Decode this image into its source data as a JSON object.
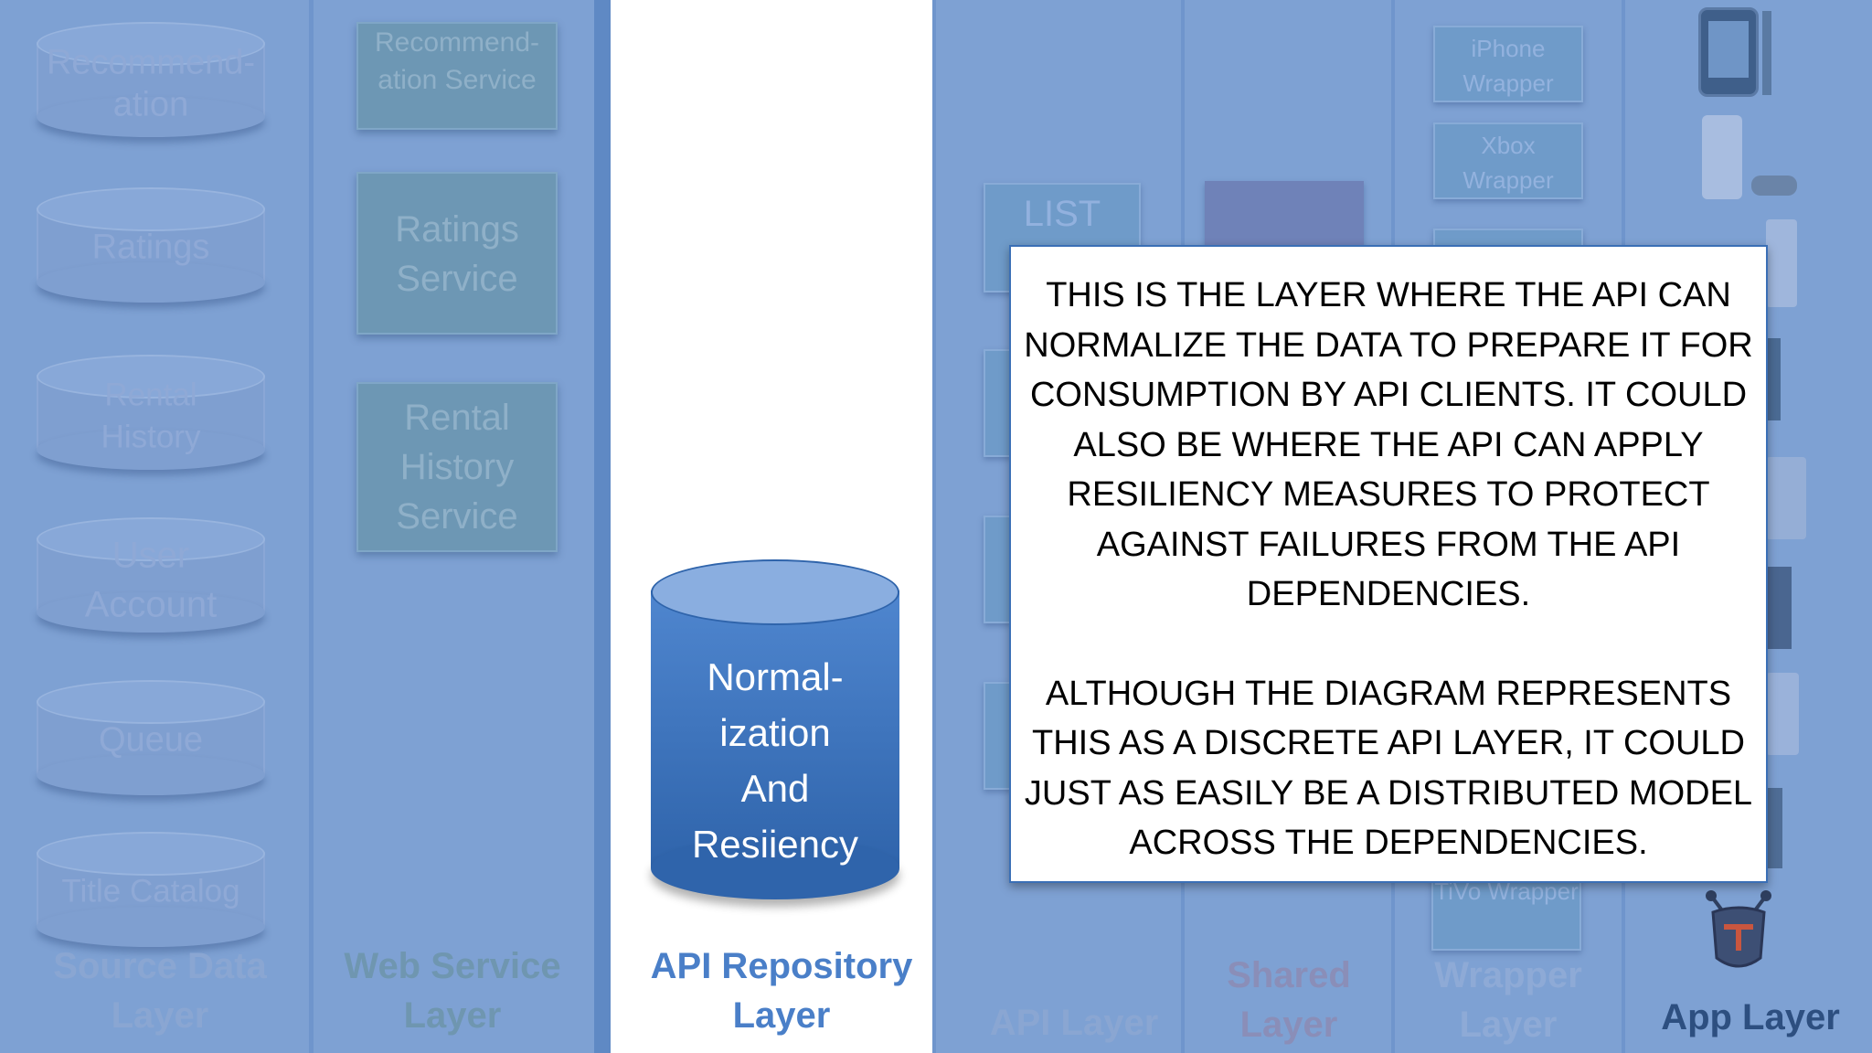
{
  "source_layer": {
    "label": "Source Data Layer",
    "stores": [
      "Recommend-ation",
      "Ratings",
      "Rental History",
      "User Account",
      "Queue",
      "Title Catalog"
    ]
  },
  "web_service_layer": {
    "label": "Web Service Layer",
    "services": [
      "Recommend-ation Service",
      "Ratings Service",
      "Rental History Service"
    ]
  },
  "api_repository_layer": {
    "label": "API Repository Layer",
    "store_label": "Normal-ization And Resiiency"
  },
  "api_layer": {
    "label": "API Layer",
    "list_box": "LIST"
  },
  "shared_layer": {
    "label": "Shared Layer"
  },
  "wrapper_layer": {
    "label": "Wrapper Layer",
    "wrappers": [
      "iPhone Wrapper",
      "Xbox Wrapper",
      "TiVo Wrapper"
    ]
  },
  "app_layer": {
    "label": "App Layer"
  },
  "callout": {
    "paragraph1": "THIS IS THE LAYER WHERE THE API CAN NORMALIZE THE DATA TO PREPARE IT FOR CONSUMPTION BY API CLIENTS.  IT COULD ALSO BE WHERE THE API CAN APPLY RESILIENCY MEASURES TO PROTECT AGAINST FAILURES FROM THE API DEPENDENCIES.",
    "paragraph2": "ALTHOUGH THE DIAGRAM REPRESENTS THIS AS A DISCRETE API LAYER, IT COULD JUST AS EASILY BE A DISTRIBUTED MODEL ACROSS THE DEPENDENCIES."
  },
  "colors": {
    "column_fill": "#7ea1d3",
    "accent_blue": "#4a7fc8",
    "cylinder_dark": "#2e63a8",
    "callout_border": "#3a6fb6"
  }
}
